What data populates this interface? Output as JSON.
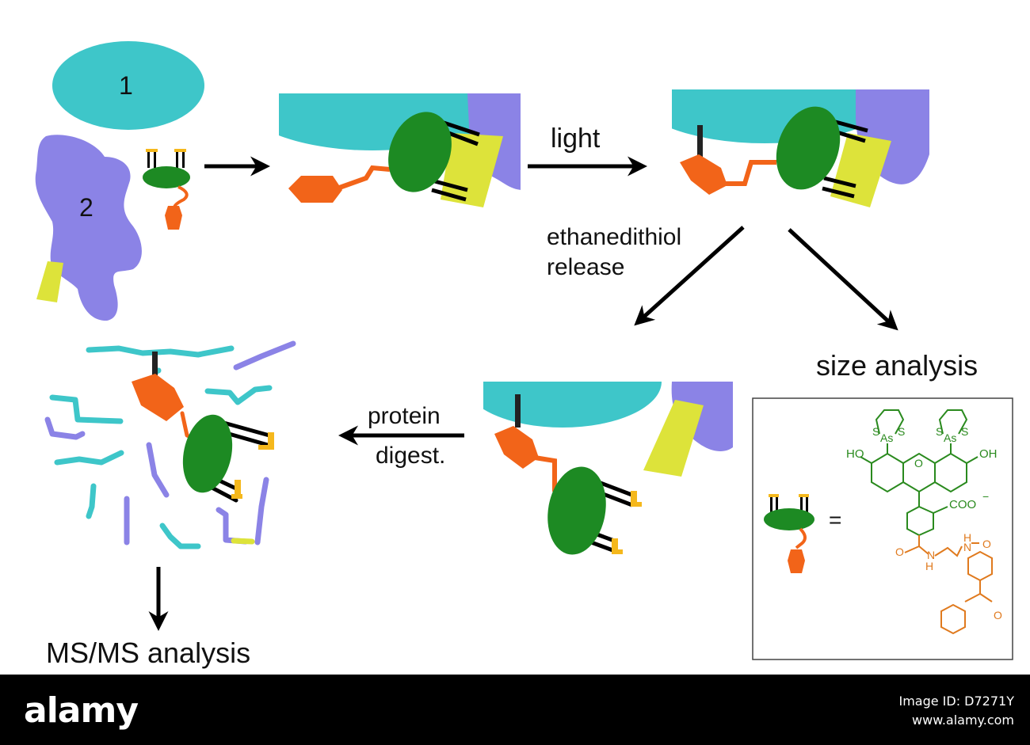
{
  "labels": {
    "protein_1": "1",
    "protein_2": "2",
    "light": "light",
    "ethanedithiol": "ethanedithiol",
    "release": "release",
    "size_analysis": "size analysis",
    "protein": "protein",
    "digest": "digest.",
    "msms": "MS/MS analysis",
    "equals": "="
  },
  "chem": {
    "HO": "HO",
    "OH": "OH",
    "S": "S",
    "As": "As",
    "O": "O",
    "COO": "COO",
    "minus": "−",
    "H": "H",
    "N": "N"
  },
  "footer": {
    "logo": "alamy",
    "image_id": "Image ID: D7271Y",
    "site": "www.alamy.com"
  },
  "colors": {
    "cyan": "#3ec6c9",
    "purple": "#8b83e6",
    "green": "#1d8a23",
    "orange": "#f26419",
    "yellow": "#dde33a",
    "gold": "#f5b81c",
    "chem_green": "#2a8a1e",
    "chem_orange": "#e07a1e"
  }
}
